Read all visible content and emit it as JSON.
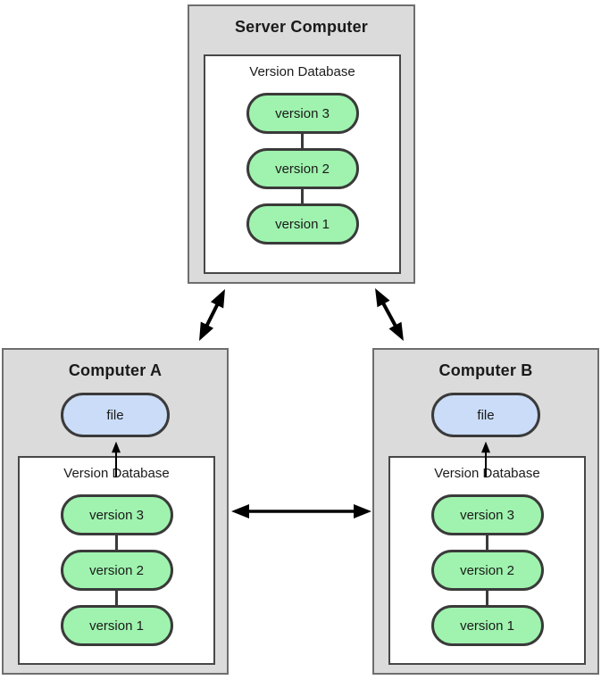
{
  "nodes": {
    "server": {
      "title": "Server Computer",
      "database": {
        "label": "Version Database",
        "versions": [
          "version 3",
          "version 2",
          "version 1"
        ]
      }
    },
    "computer_a": {
      "title": "Computer A",
      "file_label": "file",
      "database": {
        "label": "Version Database",
        "versions": [
          "version 3",
          "version 2",
          "version 1"
        ]
      }
    },
    "computer_b": {
      "title": "Computer B",
      "file_label": "file",
      "database": {
        "label": "Version Database",
        "versions": [
          "version 3",
          "version 2",
          "version 1"
        ]
      }
    }
  },
  "connections": [
    {
      "from": "server",
      "to": "computer_a",
      "bidirectional": true
    },
    {
      "from": "server",
      "to": "computer_b",
      "bidirectional": true
    },
    {
      "from": "computer_a",
      "to": "computer_b",
      "bidirectional": true
    },
    {
      "from": "computer_a_database",
      "to": "computer_a_file",
      "bidirectional": false
    },
    {
      "from": "computer_b_database",
      "to": "computer_b_file",
      "bidirectional": false
    }
  ],
  "colors": {
    "panel_fill": "#dbdbdb",
    "panel_border": "#6e6e6e",
    "db_fill": "#ffffff",
    "db_border": "#474747",
    "version_fill": "#9ff3ae",
    "file_fill": "#cadcf8",
    "node_border": "#3a3a3a",
    "arrow": "#000000",
    "text": "#1a1a1a"
  }
}
